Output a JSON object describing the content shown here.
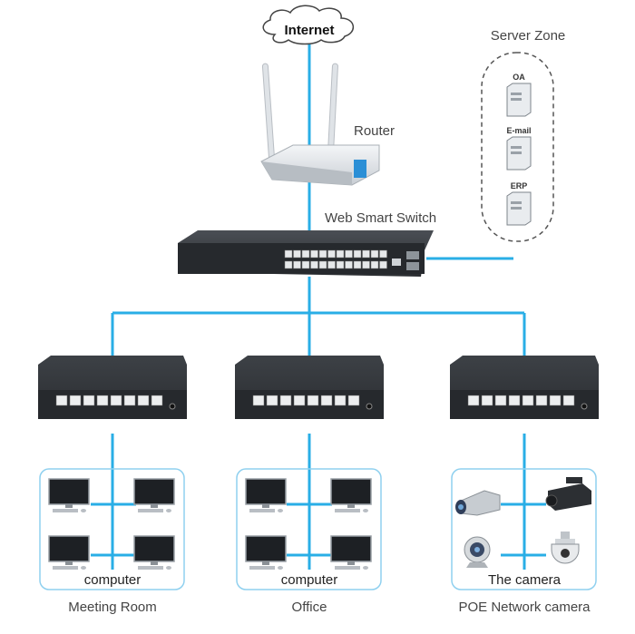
{
  "labels": {
    "internet": "Internet",
    "router": "Router",
    "switch": "Web Smart Switch",
    "server_zone": "Server Zone",
    "servers": [
      "OA",
      "E-mail",
      "ERP"
    ],
    "group_inner": [
      "computer",
      "computer",
      "The camera"
    ],
    "group_captions": [
      "Meeting Room",
      "Office",
      "POE Network camera"
    ]
  },
  "colors": {
    "link": "#29aee6",
    "device": "#2c2f33",
    "box_border": "#8fd0ef"
  }
}
